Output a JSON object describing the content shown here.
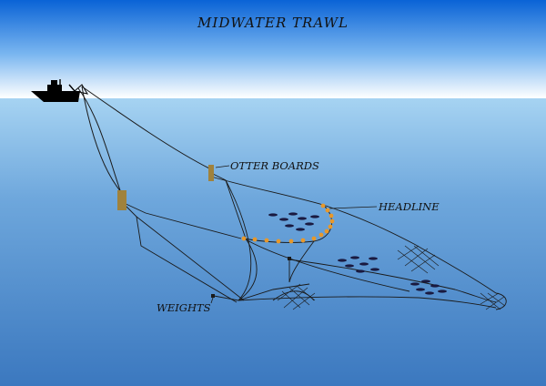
{
  "diagram": {
    "title": "MIDWATER TRAWL",
    "labels": {
      "otter_boards": "OTTER BOARDS",
      "headline": "HEADLINE",
      "weights": "WEIGHTS"
    },
    "colors": {
      "sky_top": "#0a63d6",
      "sky_bottom": "#ffffff",
      "sea_top": "#a6d3f2",
      "sea_bottom": "#3b78bf",
      "ship": "#000000",
      "otter_board": "#a0823c",
      "floats": "#e8982a",
      "lines": "#1a1a1a",
      "fish": "#1a1a40"
    }
  }
}
